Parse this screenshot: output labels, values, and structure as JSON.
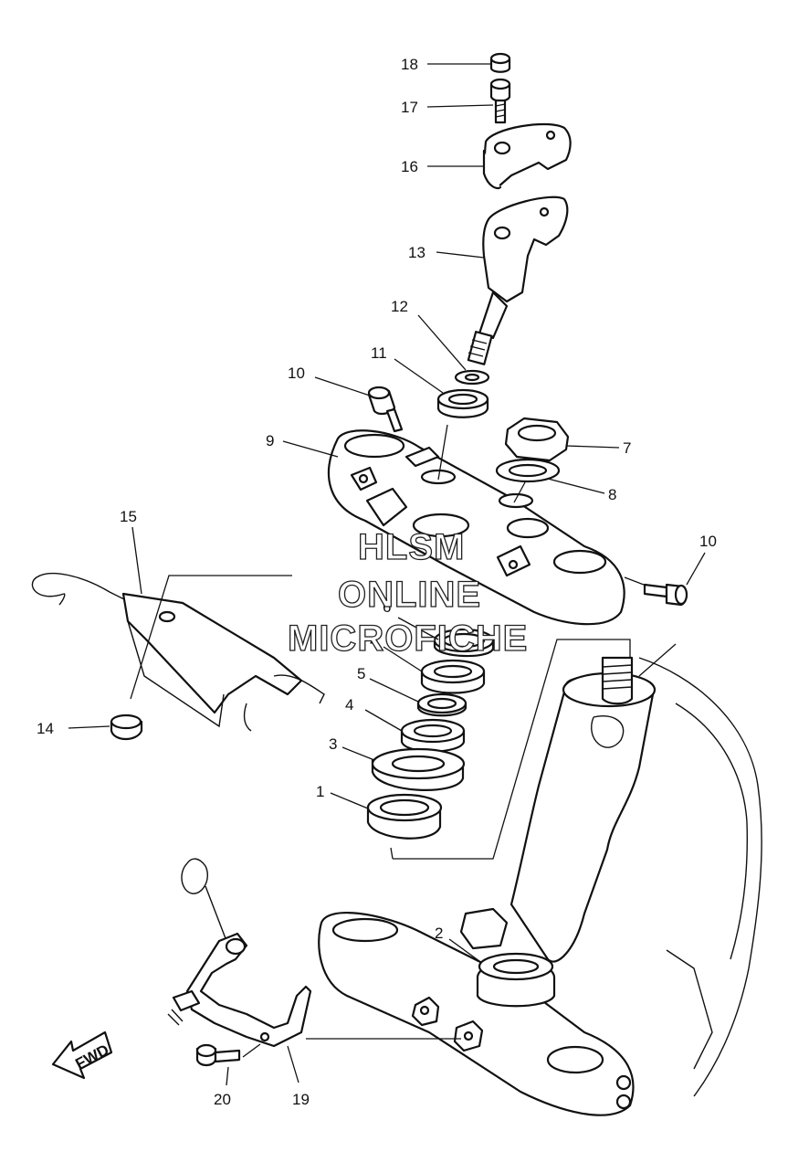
{
  "diagram": {
    "callouts": [
      {
        "id": "c1",
        "text": "1"
      },
      {
        "id": "c2",
        "text": "2"
      },
      {
        "id": "c3",
        "text": "3"
      },
      {
        "id": "c4a",
        "text": "4"
      },
      {
        "id": "c4b",
        "text": "4"
      },
      {
        "id": "c5",
        "text": "5"
      },
      {
        "id": "c6",
        "text": "6"
      },
      {
        "id": "c7",
        "text": "7"
      },
      {
        "id": "c8",
        "text": "8"
      },
      {
        "id": "c9",
        "text": "9"
      },
      {
        "id": "c10a",
        "text": "10"
      },
      {
        "id": "c10b",
        "text": "10"
      },
      {
        "id": "c11",
        "text": "11"
      },
      {
        "id": "c12",
        "text": "12"
      },
      {
        "id": "c13",
        "text": "13"
      },
      {
        "id": "c14",
        "text": "14"
      },
      {
        "id": "c15",
        "text": "15"
      },
      {
        "id": "c16",
        "text": "16"
      },
      {
        "id": "c17",
        "text": "17"
      },
      {
        "id": "c18",
        "text": "18"
      },
      {
        "id": "c19",
        "text": "19"
      },
      {
        "id": "c20",
        "text": "20"
      }
    ],
    "fwd_label": "FWD",
    "watermark": {
      "line1": "HLSM",
      "line2": "ONLINE",
      "line3": "MICROFICHE"
    }
  }
}
